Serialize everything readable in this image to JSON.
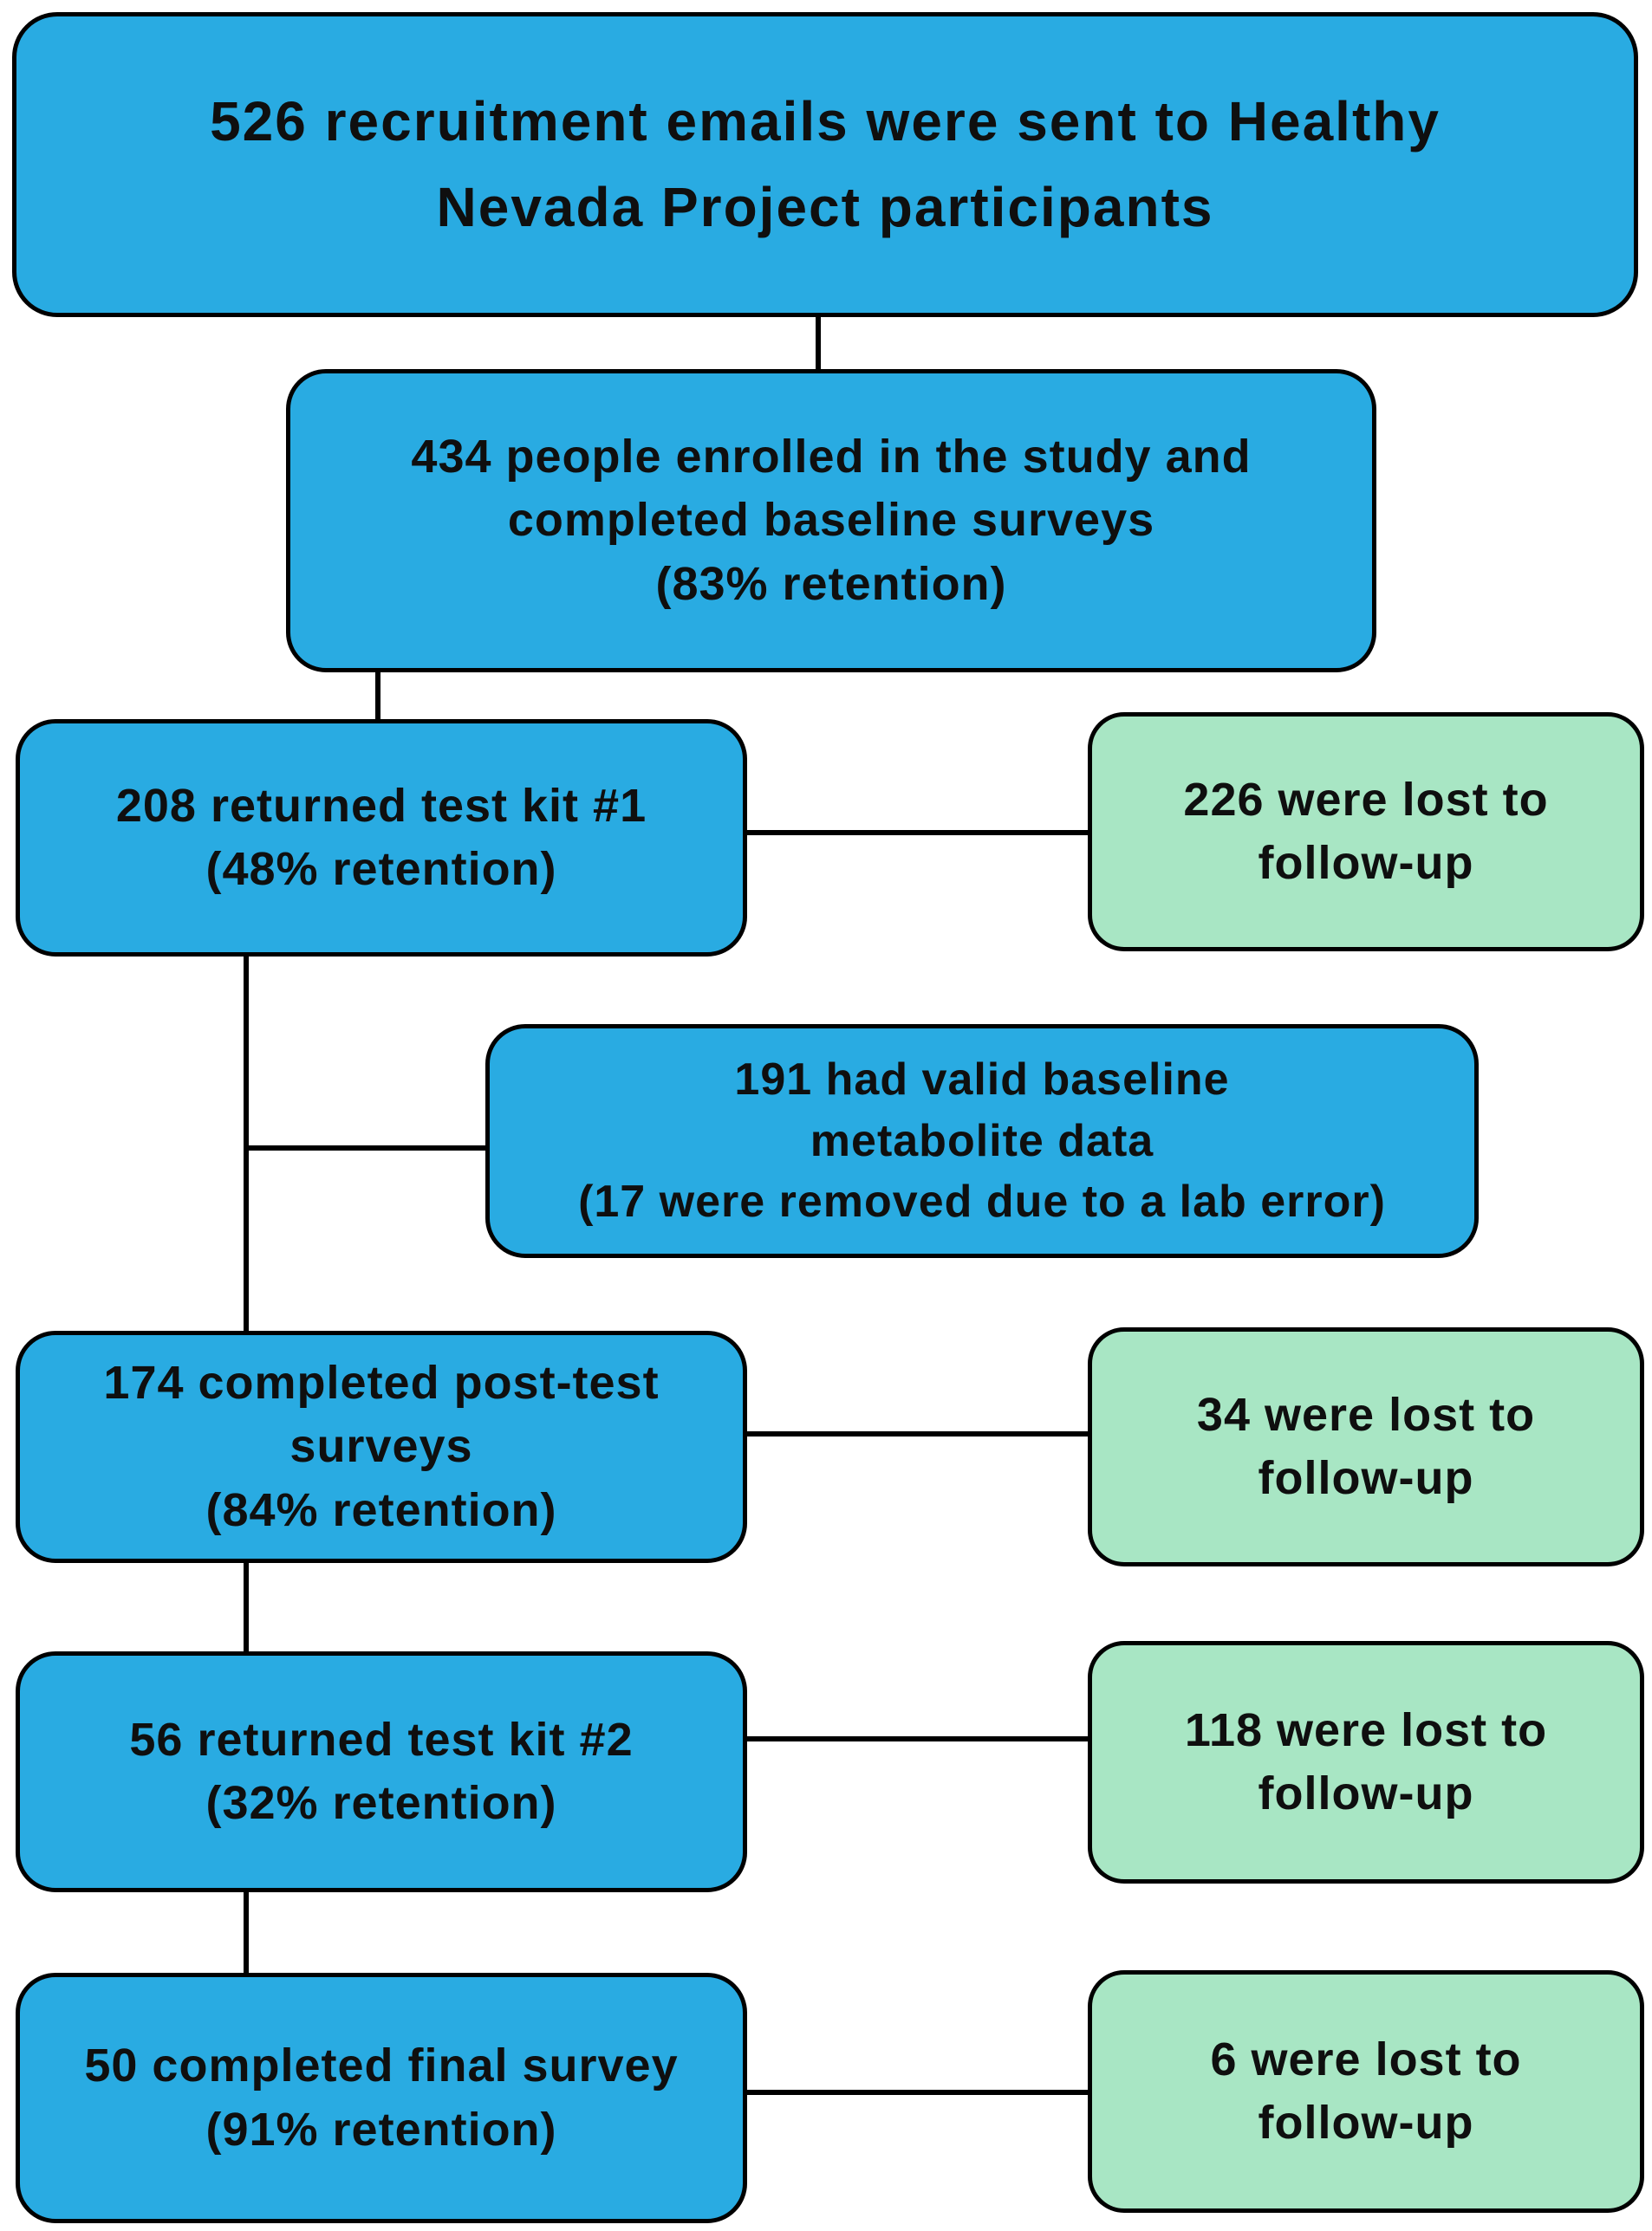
{
  "diagram_type": "study-flowchart",
  "colors": {
    "blue_box": "#29ABE2",
    "green_box": "#A8E6C4",
    "border": "#000000",
    "text": "#0f0f0f",
    "background": "#ffffff"
  },
  "nodes": {
    "recruitment": {
      "lines": [
        "526 recruitment emails were sent to Healthy",
        "Nevada Project participants"
      ]
    },
    "enrolled": {
      "lines": [
        "434 people enrolled in the study and",
        "completed baseline surveys",
        "(83% retention)"
      ]
    },
    "kit1": {
      "lines": [
        "208 returned test kit #1",
        "(48% retention)"
      ]
    },
    "lost_kit1": {
      "lines": [
        "226 were lost to",
        "follow-up"
      ]
    },
    "metabolite": {
      "lines": [
        "191 had valid baseline",
        "metabolite data",
        "(17 were removed due to a lab error)"
      ]
    },
    "post_test": {
      "lines": [
        "174 completed post-test",
        "surveys",
        "(84% retention)"
      ]
    },
    "lost_post_test": {
      "lines": [
        "34 were lost to",
        "follow-up"
      ]
    },
    "kit2": {
      "lines": [
        "56 returned test kit #2",
        "(32% retention)"
      ]
    },
    "lost_kit2": {
      "lines": [
        "118 were lost to",
        "follow-up"
      ]
    },
    "final_survey": {
      "lines": [
        "50 completed final survey",
        "(91% retention)"
      ]
    },
    "lost_final": {
      "lines": [
        "6 were lost to",
        "follow-up"
      ]
    }
  },
  "edges": [
    {
      "from": "recruitment",
      "to": "enrolled"
    },
    {
      "from": "enrolled",
      "to": "kit1"
    },
    {
      "from": "kit1",
      "to": "lost_kit1"
    },
    {
      "from": "kit1",
      "to": "metabolite"
    },
    {
      "from": "kit1",
      "to": "post_test"
    },
    {
      "from": "post_test",
      "to": "lost_post_test"
    },
    {
      "from": "post_test",
      "to": "kit2"
    },
    {
      "from": "kit2",
      "to": "lost_kit2"
    },
    {
      "from": "kit2",
      "to": "final_survey"
    },
    {
      "from": "final_survey",
      "to": "lost_final"
    }
  ]
}
